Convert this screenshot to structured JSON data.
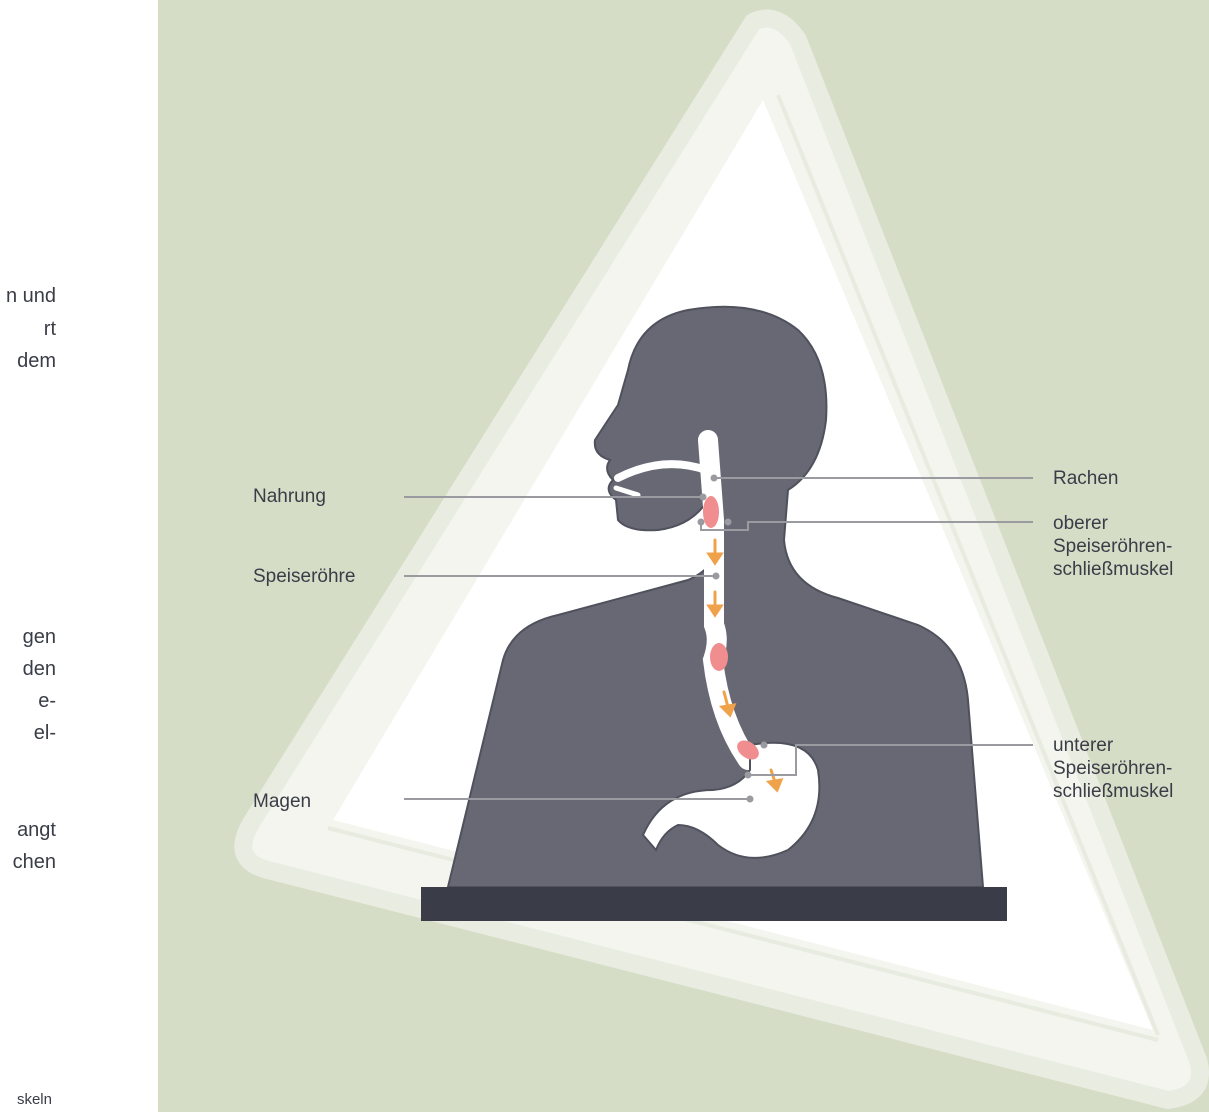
{
  "left_fragments": [
    "n und",
    "rt",
    "dem",
    "gen",
    "den",
    "e-",
    "el-",
    "angt",
    "chen",
    "skeln"
  ],
  "labels": {
    "nahrung": "Nahrung",
    "speiseroehre": "Speiseröhre",
    "magen": "Magen",
    "rachen": "Rachen",
    "oberer_1": "oberer",
    "oberer_2": "Speiseröhren-",
    "oberer_3": "schließmuskel",
    "unterer_1": "unterer",
    "unterer_2": "Speiseröhren-",
    "unterer_3": "schließmuskel"
  },
  "colors": {
    "panel_bg": "#d5ddc7",
    "triangle": "#eef1e7",
    "body": "#676874",
    "base_bar": "#3a3d47",
    "bolus": "#ef8d8f",
    "arrow": "#f0a24a",
    "leader_line": "#9a9ba1"
  }
}
